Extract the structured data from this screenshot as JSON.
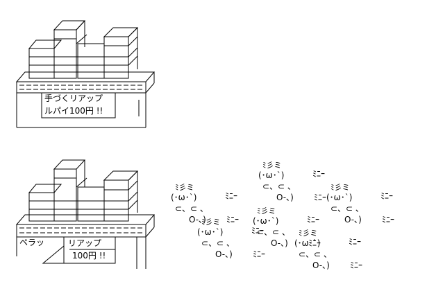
{
  "scene_top": {
    "sign_line1": "手づくリアップ",
    "sign_line2": "ルパイ100円 !!"
  },
  "scene_bottom": {
    "peel_text": "ペラッ",
    "sign_line1": "リアップ",
    "sign_line2": "100円 !!"
  },
  "cats": {
    "face": "(･ω･`)",
    "hair": "ﾐ彡ミ",
    "speed_lines": "ﾐﾆｰ",
    "arms": "⊂、⊂ 、",
    "feet": "O-､)",
    "trail": "ﾐﾆｰ"
  }
}
